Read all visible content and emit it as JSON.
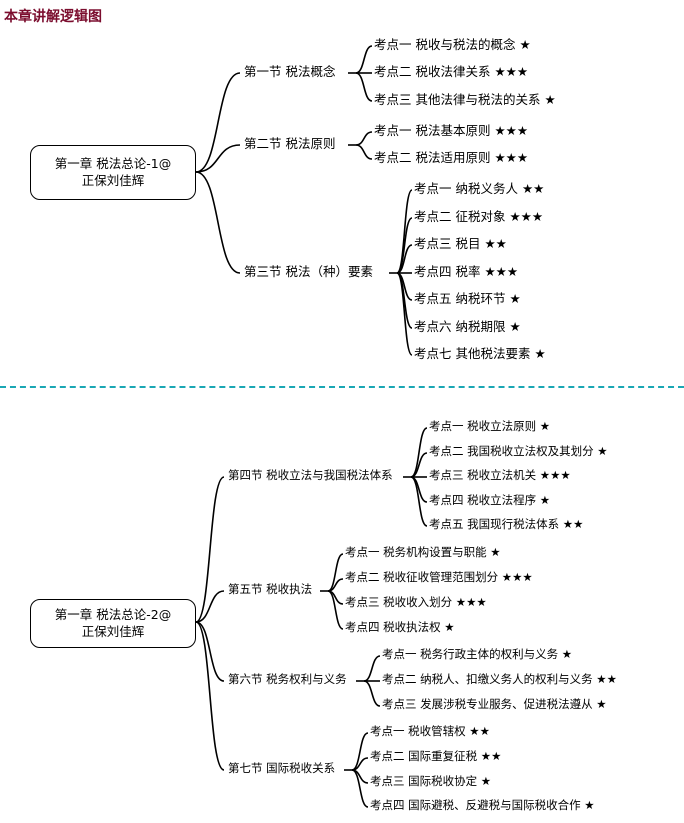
{
  "title": "本章讲解逻辑图",
  "accent": "#7b0d2e",
  "divider_color": "#1aa7b4",
  "map1": {
    "root": [
      "第一章  税法总论-1@",
      "正保刘佳辉"
    ],
    "sections": [
      {
        "label": "第一节  税法概念",
        "points": [
          "考点一  税收与税法的概念  ★",
          "考点二  税收法律关系  ★★★",
          "考点三  其他法律与税法的关系  ★"
        ]
      },
      {
        "label": "第二节  税法原则",
        "points": [
          "考点一  税法基本原则  ★★★",
          "考点二  税法适用原则  ★★★"
        ]
      },
      {
        "label": "第三节  税法（种）要素",
        "points": [
          "考点一  纳税义务人  ★★",
          "考点二  征税对象  ★★★",
          "考点三  税目  ★★",
          "考点四  税率  ★★★",
          "考点五  纳税环节  ★",
          "考点六  纳税期限  ★",
          "考点七  其他税法要素  ★"
        ]
      }
    ]
  },
  "map2": {
    "root": [
      "第一章  税法总论-2@",
      "正保刘佳辉"
    ],
    "sections": [
      {
        "label": "第四节  税收立法与我国税法体系",
        "points": [
          "考点一  税收立法原则  ★",
          "考点二  我国税收立法权及其划分  ★",
          "考点三  税收立法机关  ★★★",
          "考点四  税收立法程序  ★",
          "考点五  我国现行税法体系  ★★"
        ]
      },
      {
        "label": "第五节  税收执法",
        "points": [
          "考点一  税务机构设置与职能  ★",
          "考点二  税收征收管理范围划分  ★★★",
          "考点三  税收收入划分  ★★★",
          "考点四  税收执法权  ★"
        ]
      },
      {
        "label": "第六节  税务权利与义务",
        "points": [
          "考点一  税务行政主体的权利与义务  ★",
          "考点二  纳税人、扣缴义务人的权利与义务  ★★",
          "考点三  发展涉税专业服务、促进税法遵从  ★"
        ]
      },
      {
        "label": "第七节  国际税收关系",
        "points": [
          "考点一  税收管辖权  ★★",
          "考点二  国际重复征税  ★★",
          "考点三  国际税收协定  ★",
          "考点四  国际避税、反避税与国际税收合作  ★"
        ]
      }
    ]
  }
}
